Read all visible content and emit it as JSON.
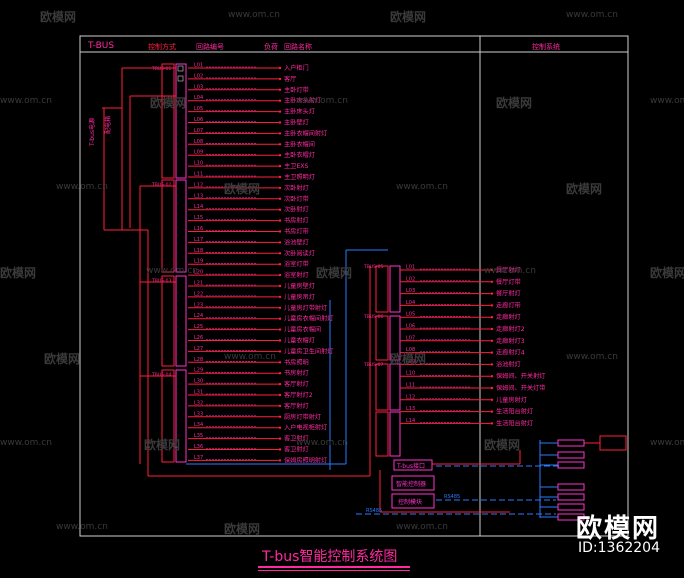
{
  "header": {
    "bus_label": "T-BUS",
    "col_control": "控制方式",
    "col_loop_no": "回路编号",
    "col_load": "负荷",
    "col_loop_name": "回路名称",
    "col_panel_note": "控制系统"
  },
  "left_panel": {
    "rows": [
      {
        "code": "L01",
        "name": "入户柜门"
      },
      {
        "code": "L02",
        "name": "客厅"
      },
      {
        "code": "L03",
        "name": "主卧灯带"
      },
      {
        "code": "L04",
        "name": "主卧床头射灯"
      },
      {
        "code": "L05",
        "name": "主卧床头灯"
      },
      {
        "code": "L06",
        "name": "主卧壁灯"
      },
      {
        "code": "L07",
        "name": "主卧衣帽间射灯"
      },
      {
        "code": "L08",
        "name": "主卧衣帽间"
      },
      {
        "code": "L09",
        "name": "主卧衣帽灯"
      },
      {
        "code": "L10",
        "name": "主卫EXS"
      },
      {
        "code": "L11",
        "name": "主卫照明灯"
      },
      {
        "code": "L12",
        "name": "次卧射灯"
      },
      {
        "code": "L13",
        "name": "次卧灯带"
      },
      {
        "code": "L14",
        "name": "次卧射灯"
      },
      {
        "code": "L15",
        "name": "书房射灯"
      },
      {
        "code": "L16",
        "name": "书房灯带"
      },
      {
        "code": "L17",
        "name": "浴池壁灯"
      },
      {
        "code": "L18",
        "name": "次卧阅读灯"
      },
      {
        "code": "L19",
        "name": "浴室灯带"
      },
      {
        "code": "L20",
        "name": "浴室射灯"
      },
      {
        "code": "L21",
        "name": "儿童房壁灯"
      },
      {
        "code": "L22",
        "name": "儿童房吊灯"
      },
      {
        "code": "L23",
        "name": "儿童房灯带射灯"
      },
      {
        "code": "L24",
        "name": "儿童房衣帽间射灯"
      },
      {
        "code": "L25",
        "name": "儿童房衣帽间"
      },
      {
        "code": "L26",
        "name": "儿童衣帽灯"
      },
      {
        "code": "L27",
        "name": "儿童房卫生间射灯"
      },
      {
        "code": "L28",
        "name": "书房照明"
      },
      {
        "code": "L29",
        "name": "书房射灯"
      },
      {
        "code": "L30",
        "name": "客厅射灯"
      },
      {
        "code": "L31",
        "name": "客厅射灯2"
      },
      {
        "code": "L32",
        "name": "客厅射灯"
      },
      {
        "code": "L33",
        "name": "厨房灯带射灯"
      },
      {
        "code": "L34",
        "name": "入户电视柜射灯"
      },
      {
        "code": "L35",
        "name": "客卫射灯"
      },
      {
        "code": "L36",
        "name": "客卫射灯"
      },
      {
        "code": "L37",
        "name": "保姆房照明射灯"
      }
    ],
    "group_tags": [
      "TBUS-01",
      "TBUS-02",
      "TBUS-03",
      "TBUS-04"
    ]
  },
  "right_panel": {
    "rows": [
      {
        "code": "L01",
        "name": "餐厅射灯"
      },
      {
        "code": "L02",
        "name": "餐厅灯带"
      },
      {
        "code": "L03",
        "name": "餐厅射灯"
      },
      {
        "code": "L04",
        "name": "走廊灯带"
      },
      {
        "code": "L05",
        "name": "走廊射灯"
      },
      {
        "code": "L06",
        "name": "走廊射灯2"
      },
      {
        "code": "L07",
        "name": "走廊射灯3"
      },
      {
        "code": "L08",
        "name": "走廊射灯4"
      },
      {
        "code": "L09",
        "name": "浴池射灯"
      },
      {
        "code": "L10",
        "name": "保姆间、开关射灯"
      },
      {
        "code": "L11",
        "name": "保姆间、开关灯带"
      },
      {
        "code": "L12",
        "name": "儿童房射灯"
      },
      {
        "code": "L13",
        "name": "生活阳台射灯"
      },
      {
        "code": "L14",
        "name": "生活阳台射灯"
      }
    ],
    "group_tags": [
      "TBUS-05",
      "TBUS-06",
      "TBUS-07"
    ],
    "bus_box_label": "T-bus接口",
    "sub_box_1": "智能控制器",
    "sub_box_2": "控制模块",
    "sig_label_1": "RS485",
    "sig_label_2": "RS485"
  },
  "side_labels": {
    "left_breaker": "T-bus电源",
    "left_vertical": "配电箱"
  },
  "title": "T-bus智能控制系统图",
  "watermark": {
    "site": "www.om.cn",
    "brand": "欧模网",
    "big_brand": "欧模网",
    "id": "ID:1362204"
  },
  "colors": {
    "background": "#000000",
    "wire_red": "#ff1f3d",
    "wire_magenta": "#ff33cc",
    "text_magenta": "#ff2aa0",
    "frame_white": "#cfcfcf",
    "bus_blue": "#2a7bff",
    "watermark_gray": "#3a3a3a"
  }
}
